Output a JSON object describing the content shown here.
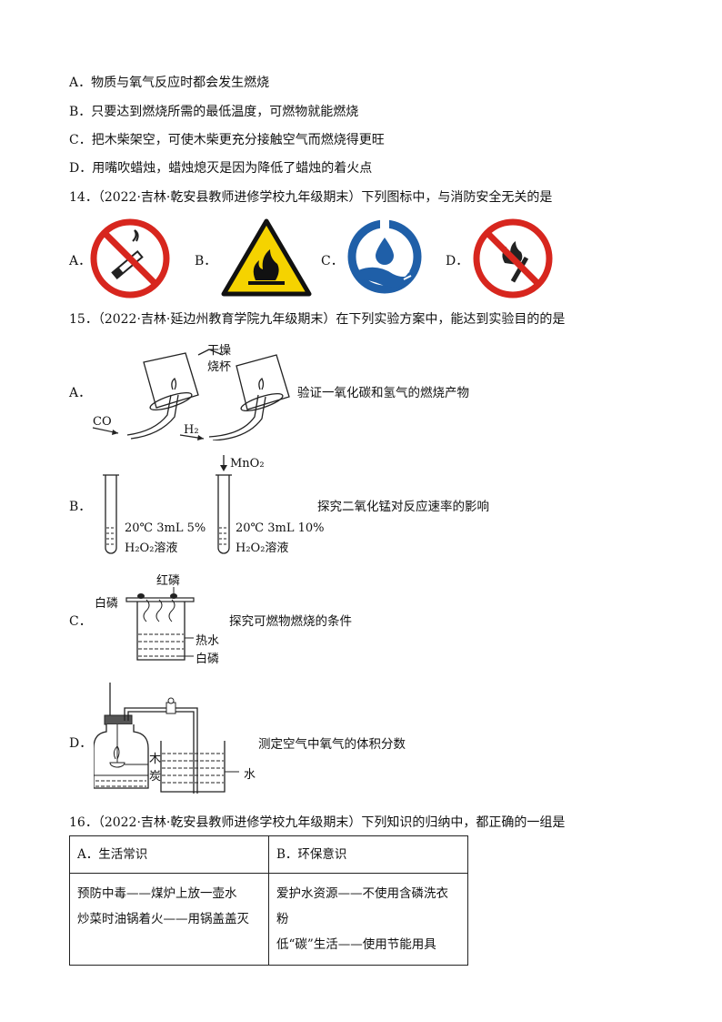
{
  "q13_options": {
    "a": "A．物质与氧气反应时都会发生燃烧",
    "b": "B．只要达到燃烧所需的最低温度，可燃物就能燃烧",
    "c": "C．把木柴架空，可使木柴更充分接触空气而燃烧得更旺",
    "d": "D．用嘴吹蜡烛，蜡烛熄灭是因为降低了蜡烛的着火点"
  },
  "q14": {
    "stem": "14．（2022·吉林·乾安县教师进修学校九年级期末）下列图标中，与消防安全无关的是",
    "labels": [
      "A．",
      "B．",
      "C．",
      "D．"
    ]
  },
  "q15": {
    "stem": "15．（2022·吉林·延边州教育学院九年级期末）在下列实验方案中，能达到实验目的的是",
    "a": {
      "label": "A．",
      "beaker_label_1": "干燥",
      "beaker_label_2": "烧杯",
      "gas1": "CO",
      "gas2": "H₂",
      "desc": "验证一氧化碳和氢气的燃烧产物"
    },
    "b": {
      "label": "B．",
      "reagent": "MnO₂",
      "tube1_line1": "20℃ 3mL 5%",
      "tube1_line2": "H₂O₂溶液",
      "tube2_line1": "20℃ 3mL 10%",
      "tube2_line2": "H₂O₂溶液",
      "desc": "探究二氧化锰对反应速率的影响"
    },
    "c": {
      "label": "C．",
      "red_p": "红磷",
      "white_p_top": "白磷",
      "hot_water": "热水",
      "white_p_bottom": "白磷",
      "desc": "探究可燃物燃烧的条件"
    },
    "d": {
      "label": "D．",
      "charcoal_1": "木",
      "charcoal_2": "炭",
      "water": "水",
      "desc": "测定空气中氧气的体积分数"
    }
  },
  "q16": {
    "stem": "16．（2022·吉林·乾安县教师进修学校九年级期末）下列知识的归纳中，都正确的一组是",
    "table": {
      "head_a": "A．生活常识",
      "head_b": "B．环保意识",
      "a_line1": "预防中毒——煤炉上放一壶水",
      "a_line2": "炒菜时油锅着火——用锅盖盖灭",
      "b_line1": "爱护水资源——不使用含磷洗衣粉",
      "b_line2": "低“碳”生活——使用节能用具"
    }
  },
  "colors": {
    "prohibit_red": "#d7261e",
    "warning_yellow": "#f5d300",
    "water_blue": "#1f5fa8"
  }
}
